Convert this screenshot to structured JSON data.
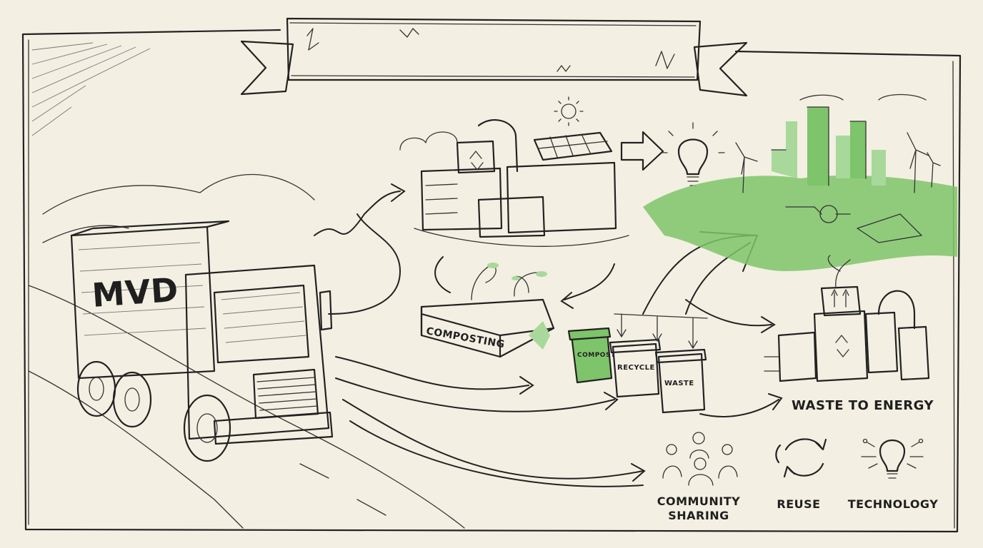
{
  "banner": {
    "text": ""
  },
  "truck": {
    "logo": "MVD"
  },
  "labels": {
    "composting": "COMPOSTING",
    "waste_to_energy": "WASTE TO ENERGY",
    "community_line1": "COMMUNITY",
    "community_line2": "SHARING",
    "reuse": "REUSE",
    "technology": "TECHNOLOGY"
  },
  "bins": {
    "compost": "COMPOST",
    "recycle": "RECYCLE",
    "waste": "WASTE"
  },
  "colors": {
    "paper": "#f3efe2",
    "ink": "#222222",
    "accent_green": "#7ec46a",
    "light_green": "#a8d99a"
  },
  "icons": [
    "recycle-icon",
    "lightbulb-icon",
    "sun-icon",
    "wind-turbine-icon",
    "people-icon"
  ]
}
